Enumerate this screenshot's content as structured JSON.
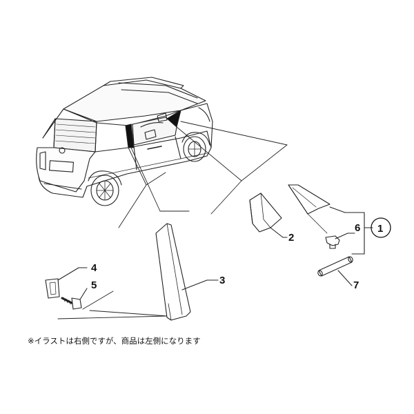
{
  "callouts": {
    "c1": "1",
    "c2": "2",
    "c3": "3",
    "c4": "4",
    "c5": "5",
    "c6": "6",
    "c7": "7"
  },
  "note": "※イラストは右側ですが、商品は左側になります"
}
